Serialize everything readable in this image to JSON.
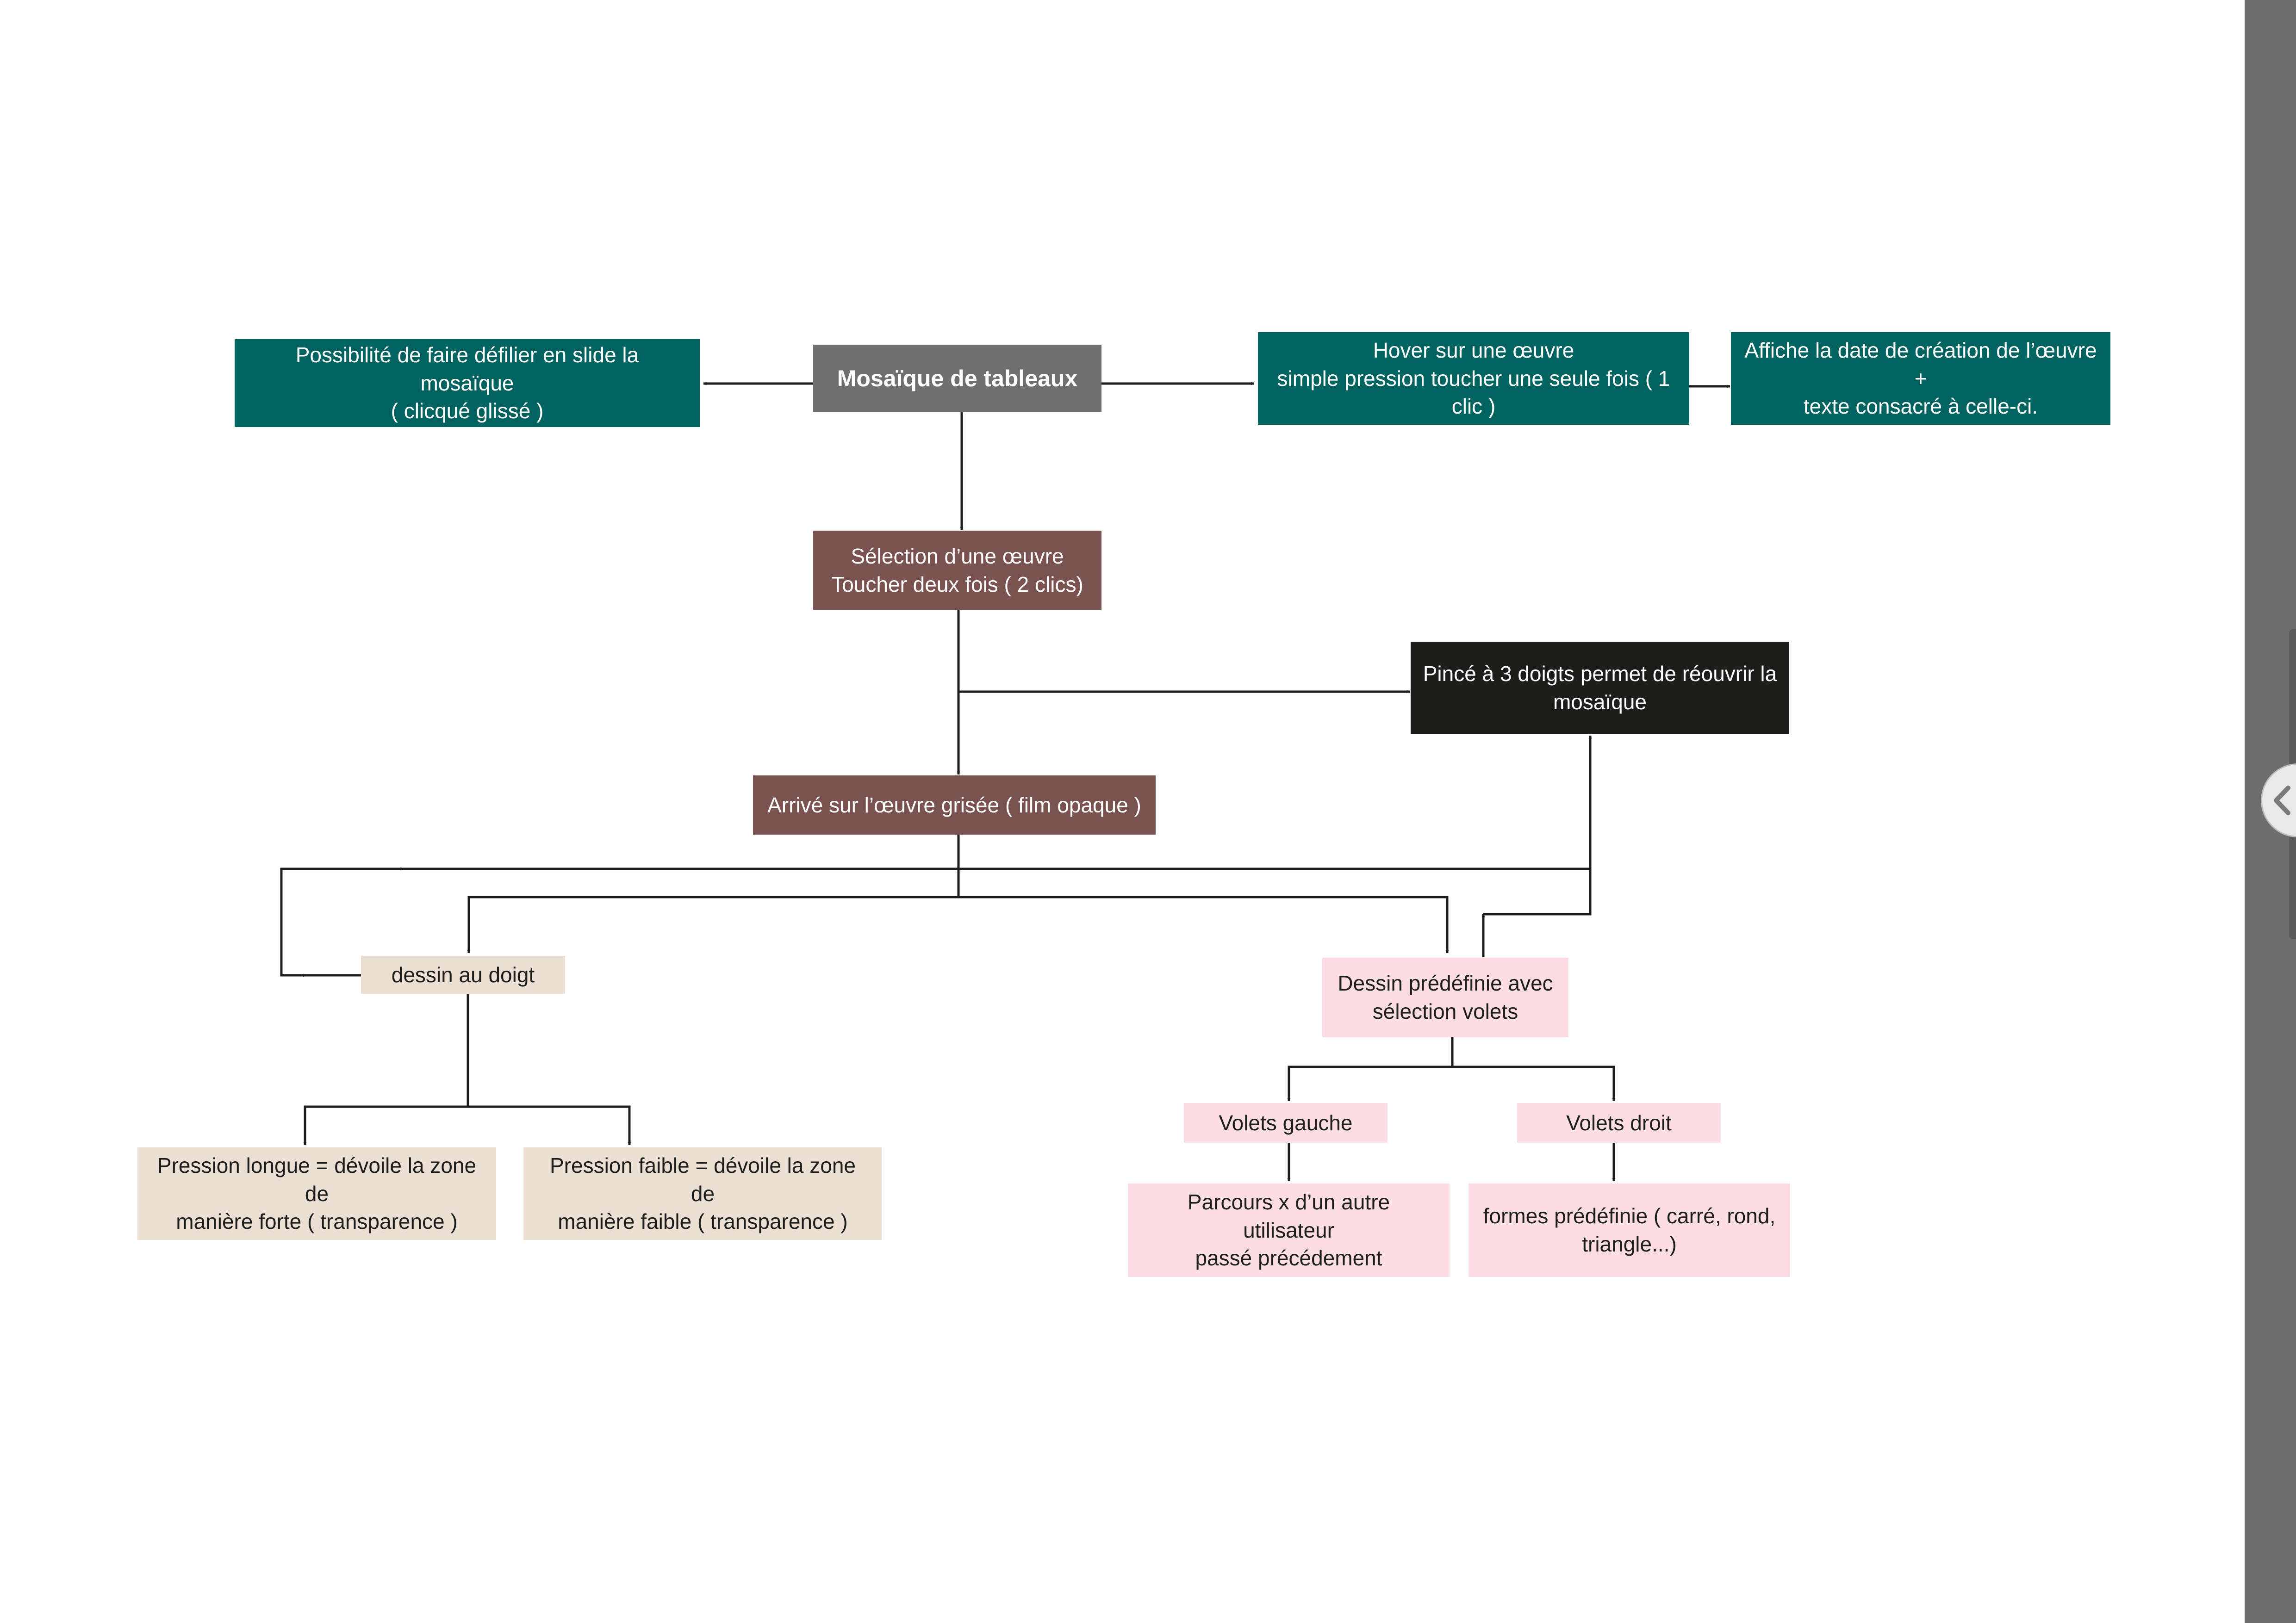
{
  "diagram": {
    "root": "Mosaïque de tableaux",
    "slide": [
      "Possibilité de faire défilier en slide la mosaïque",
      "( clicqué glissé )"
    ],
    "hover": [
      "Hover sur une œuvre",
      "simple pression toucher une seule fois ( 1 clic )"
    ],
    "date": [
      "Affiche la date de création de l’œuvre +",
      "texte consacré à celle-ci."
    ],
    "selection": [
      "Sélection d’une œuvre",
      "Toucher deux fois ( 2 clics)"
    ],
    "pinch": [
      "Pincé à 3 doigts permet de réouvrir la",
      "mosaïque"
    ],
    "arrive": "Arrivé sur l’œuvre grisée ( film opaque )",
    "finger": "dessin au doigt",
    "predefined": [
      "Dessin prédéfinie avec",
      "sélection volets"
    ],
    "long_press": [
      "Pression longue = dévoile la zone de",
      "manière forte ( transparence )"
    ],
    "light_press": [
      "Pression faible = dévoile la zone de",
      "manière faible ( transparence )"
    ],
    "left_panel": "Volets gauche",
    "right_panel": "Volets droit",
    "path": [
      "Parcours x d’un autre utilisateur",
      "passé précédement"
    ],
    "shapes": [
      "formes prédéfinie ( carré, rond,",
      "triangle...)"
    ]
  },
  "colors": {
    "teal": "#00635f",
    "gray": "#6f6f6f",
    "maroon": "#7a5350",
    "black": "#1d1d1b",
    "beige": "#ecdfd3",
    "pink": "#fcdde4",
    "sidebar": "#6e6e6e"
  },
  "icons": {
    "collapse": "chevron-left-icon"
  }
}
